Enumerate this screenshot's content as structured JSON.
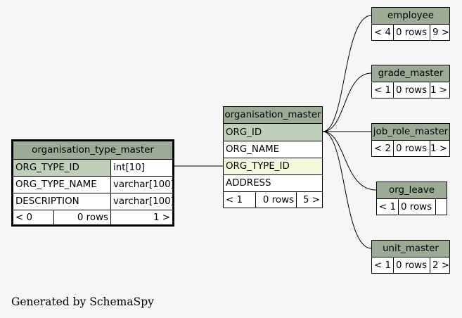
{
  "footer": "Generated by SchemaSpy",
  "colors": {
    "header": "#9bab96",
    "primary_key": "#bed1b8",
    "foreign_key": "#f4f7da",
    "background": "#f6f6f6"
  },
  "organisation_type_master": {
    "title": "organisation_type_master",
    "columns": [
      {
        "name": "ORG_TYPE_ID",
        "type": "int[10]"
      },
      {
        "name": "ORG_TYPE_NAME",
        "type": "varchar[100]"
      },
      {
        "name": "DESCRIPTION",
        "type": "varchar[100]"
      }
    ],
    "footer": {
      "parents": "< 0",
      "rows": "0 rows",
      "children": "1 >"
    }
  },
  "organisation_master": {
    "title": "organisation_master",
    "columns": [
      "ORG_ID",
      "ORG_NAME",
      "ORG_TYPE_ID",
      "ADDRESS"
    ],
    "footer": {
      "parents": "< 1",
      "rows": "0 rows",
      "children": "5 >"
    }
  },
  "employee": {
    "title": "employee",
    "footer": {
      "parents": "< 4",
      "rows": "0 rows",
      "children": "9 >"
    }
  },
  "grade_master": {
    "title": "grade_master",
    "footer": {
      "parents": "< 1",
      "rows": "0 rows",
      "children": "1 >"
    }
  },
  "job_role_master": {
    "title": "job_role_master",
    "footer": {
      "parents": "< 2",
      "rows": "0 rows",
      "children": "1 >"
    }
  },
  "org_leave": {
    "title": "org_leave",
    "footer": {
      "parents": "< 1",
      "rows": "0 rows",
      "children": ""
    }
  },
  "unit_master": {
    "title": "unit_master",
    "footer": {
      "parents": "< 1",
      "rows": "0 rows",
      "children": "2 >"
    }
  }
}
